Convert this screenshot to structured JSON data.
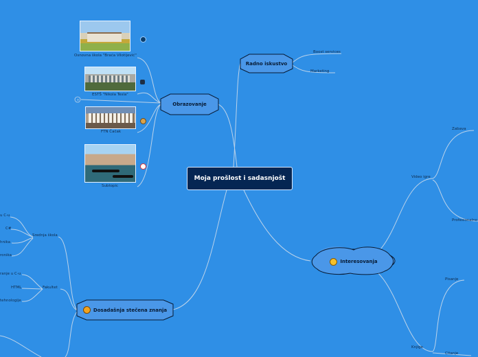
{
  "central": {
    "title": "Moja prošlost i sadasnjošt"
  },
  "branches": {
    "radno": {
      "title": "Radno iskustvo",
      "children": [
        "Boost services",
        "Marketing"
      ]
    },
    "obrazovanje": {
      "title": "Obrazovanje"
    },
    "interesovanja": {
      "title": "Interesovanja"
    },
    "znanja": {
      "title": "Dosadašnja stečena znanja"
    }
  },
  "education_items": [
    {
      "caption": "Osnovna škola \"Braća Vilotijević\"",
      "icon": "globe-icon"
    },
    {
      "caption": "ESTŠ \"Nikola Tesla\"",
      "icon": "person-icon"
    },
    {
      "caption": "FTN Čačak",
      "icon": "bulb-icon"
    },
    {
      "caption": "Subtopic",
      "icon": "face-icon"
    }
  ],
  "video_igre": {
    "label": "Video igre",
    "children": [
      "Zabava",
      "Profesionalno"
    ]
  },
  "knjige": {
    "label": "Knjige",
    "children": [
      "Pisanje",
      "Citanje"
    ]
  },
  "srednja": {
    "label": "Srednja škola",
    "children": [
      "u C-u",
      "C#",
      "hnika",
      "ronika"
    ]
  },
  "fakultet": {
    "label": "Fakultet",
    "children": [
      "ranje u C-u",
      "HTML",
      "tehnologije"
    ]
  },
  "colors": {
    "background": "#2f8fe6",
    "node_fill": "#4a97e8",
    "central_fill": "#052653",
    "line": "#bcd3ea"
  }
}
